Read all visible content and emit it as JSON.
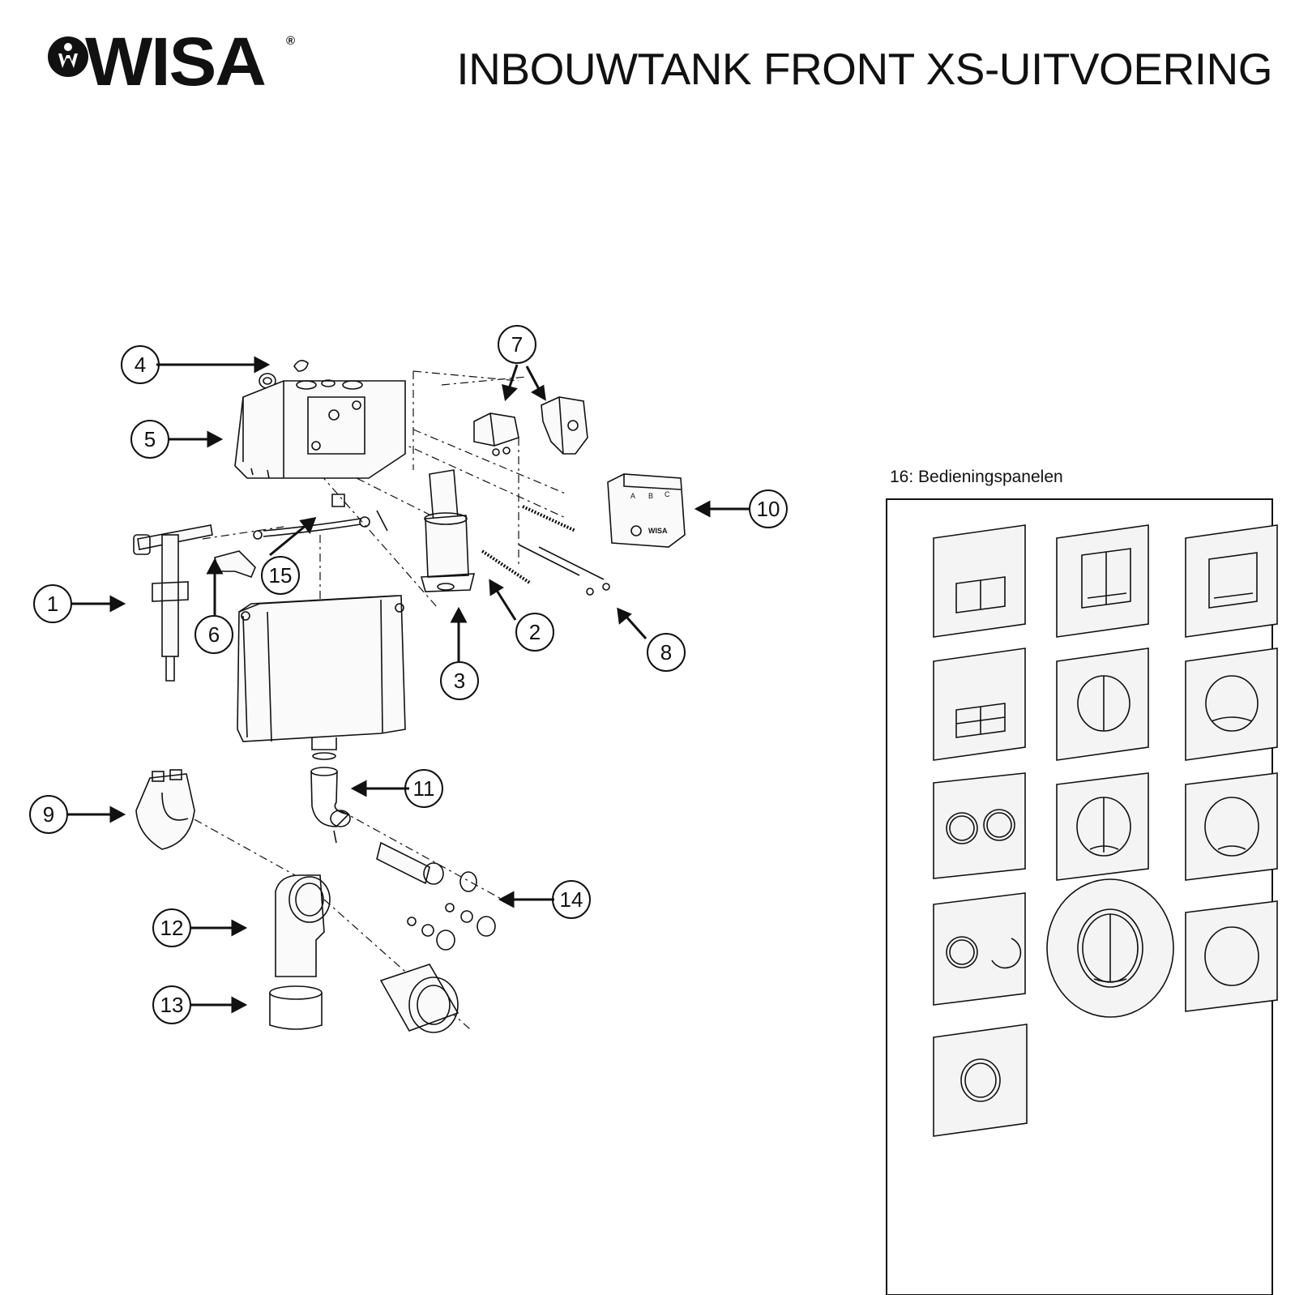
{
  "brand": {
    "name": "WISA",
    "registered": "®"
  },
  "title": "INBOUWTANK FRONT XS-UITVOERING",
  "callouts": [
    "1",
    "2",
    "3",
    "4",
    "5",
    "6",
    "7",
    "8",
    "9",
    "10",
    "11",
    "12",
    "13",
    "14",
    "15"
  ],
  "panels": {
    "caption": "16: Bedieningspanelen",
    "count": 13
  },
  "actuator_labels": [
    "A",
    "B",
    "C"
  ],
  "actuator_brand": "WISA",
  "colors": {
    "ink": "#111111",
    "background": "#ffffff",
    "shade": "#d8d8d8"
  }
}
